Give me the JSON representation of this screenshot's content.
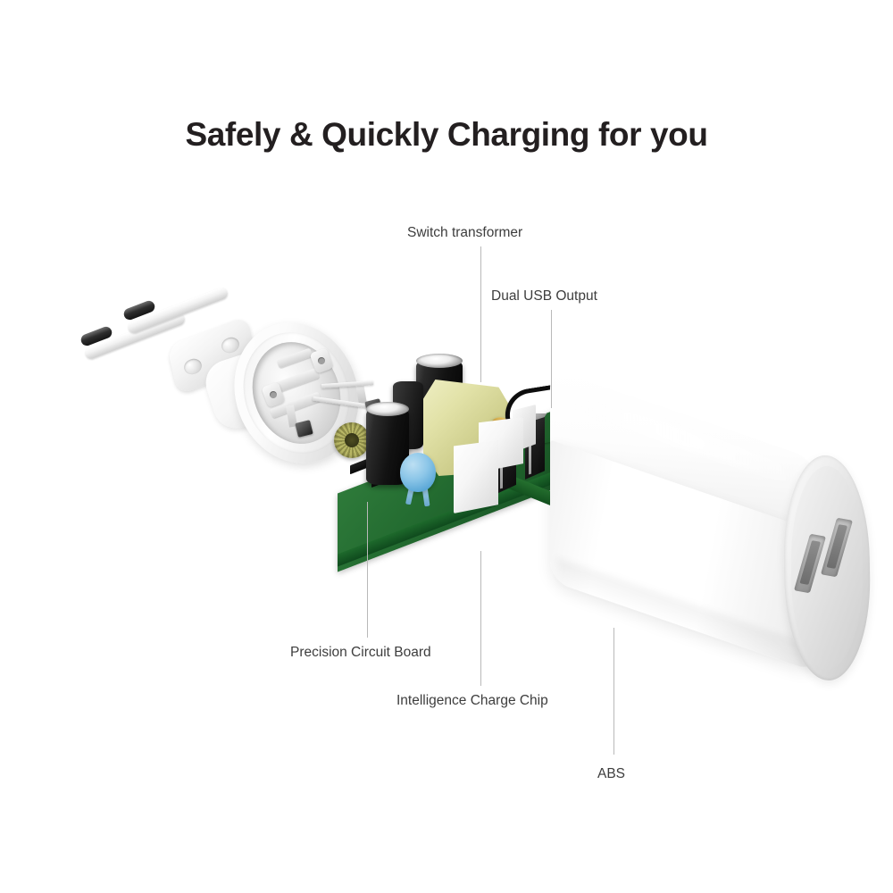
{
  "page": {
    "background_color": "#ffffff",
    "title_color": "#231f20",
    "label_color": "#3d3d3d",
    "leader_line_color": "#b9b9b9"
  },
  "heading": {
    "text": "Safely & Quickly Charging for you"
  },
  "callouts": [
    {
      "id": "switch-transformer",
      "label": "Switch transformer"
    },
    {
      "id": "dual-usb-output",
      "label": "Dual USB Output"
    },
    {
      "id": "precision-circuit-board",
      "label": "Precision Circuit Board"
    },
    {
      "id": "intelligence-charge-chip",
      "label": "Intelligence Charge Chip"
    },
    {
      "id": "abs",
      "label": "ABS"
    }
  ],
  "components": {
    "plug": {
      "name": "eu-two-pin-plug",
      "colors": {
        "body": "#ffffff",
        "pin_tip": "#1d1d1d",
        "shadow": "#cfcfcf"
      }
    },
    "circuit_board": {
      "name": "precision-circuit-board",
      "colors": {
        "board": "#236b30",
        "capacitor": "#121212",
        "transformer": "#dcdca0",
        "toroid": "#8e8d48",
        "disc_capacitor": "#8cc6e8",
        "connector": "#ffffff",
        "usb_port": "#1a1a1a",
        "coil": "#b88a2c"
      }
    },
    "housing": {
      "name": "abs-housing",
      "colors": {
        "shell": "#ffffff",
        "face": "#dcdcdc",
        "usb_cutout": "#8f8f8f"
      }
    }
  }
}
